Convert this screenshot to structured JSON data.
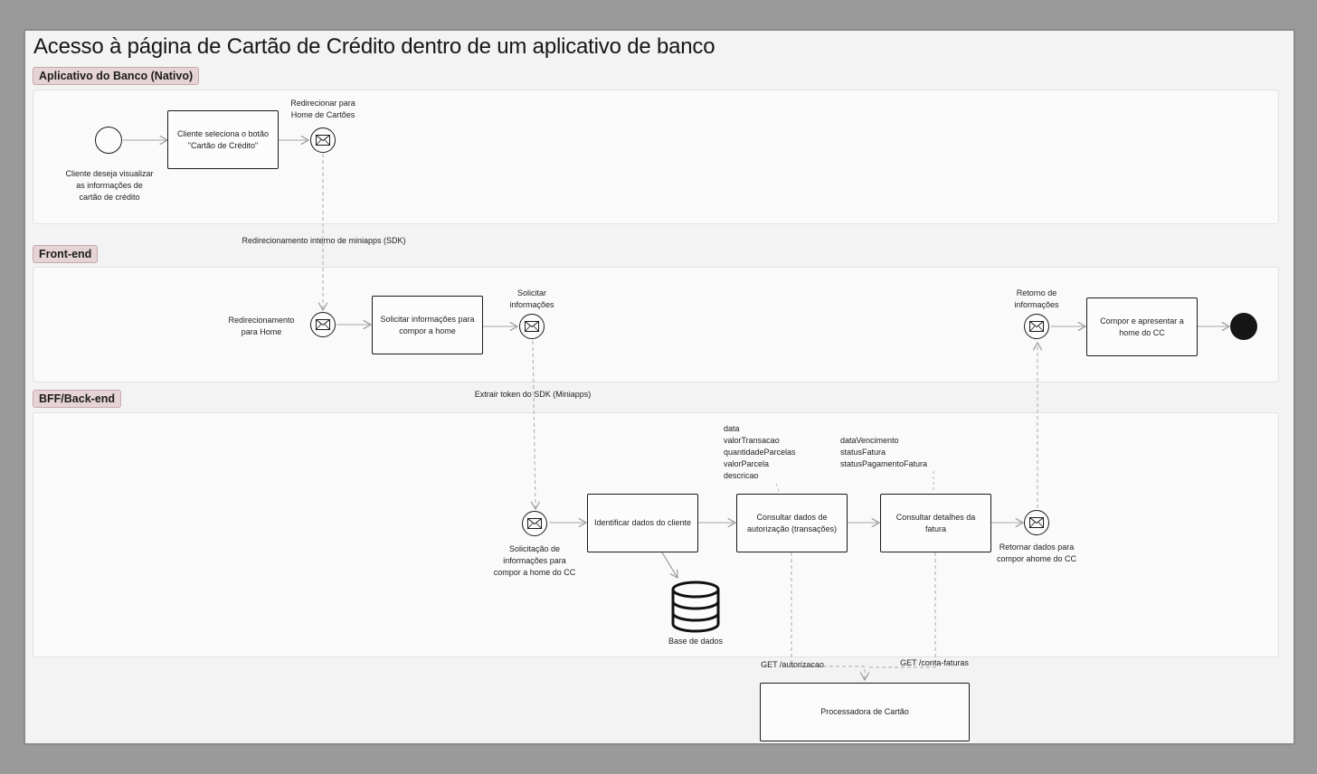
{
  "title": "Acesso à página de Cartão de Crédito dentro de um aplicativo de banco",
  "lanes": {
    "app": "Aplicativo do Banco (Nativo)",
    "frontend": "Front-end",
    "bff": "BFF/Back-end"
  },
  "app_lane": {
    "start_label": "Cliente deseja visualizar\nas informações de\ncartão de crédito",
    "task_select": "Cliente seleciona o botão\n\"Cartão de Crédito\"",
    "redirect_label": "Redirecionar para\nHome de Cartões"
  },
  "edge_labels": {
    "sdk_redirect": "Redirecionamento interno de miniapps (SDK)",
    "extract_token": "Extrair token do SDK (Miniapps)",
    "get_autorizacao": "GET /autorizacao",
    "get_faturas": "GET /conta-faturas"
  },
  "frontend_lane": {
    "redirect_home_label": "Redirecionamento\npara Home",
    "task_request": "Solicitar informações para\ncompor a home",
    "request_info_label": "Solicitar\ninformações",
    "return_info_label": "Retorno de\ninformações",
    "task_compose": "Compor e apresentar a\nhome do CC"
  },
  "bff_lane": {
    "request_label": "Solicitação de\ninformações para\ncompor a home do CC",
    "task_identify": "Identificar dados do cliente",
    "task_auth": "Consultar dados de\nautorização (transações)",
    "task_invoice": "Consultar detalhes da\nfatura",
    "return_label": "Retornar dados para\ncompor ahome do CC",
    "database_label": "Base de dados",
    "auth_fields": "data\nvalorTransacao\nquantidadeParcelas\nvalorParcela\ndescricao",
    "invoice_fields": "dataVencimento\nstatusFatura\nstatusPagamentoFatura"
  },
  "external": {
    "processor": "Processadora  de Cartão"
  },
  "colors": {
    "background": "#9a9a9a",
    "canvas": "#f3f3f3",
    "lane": "#fafafa",
    "lane_tag": "#e6d3d5",
    "stroke": "#1a1a1a",
    "flow": "#b8b8b8"
  }
}
